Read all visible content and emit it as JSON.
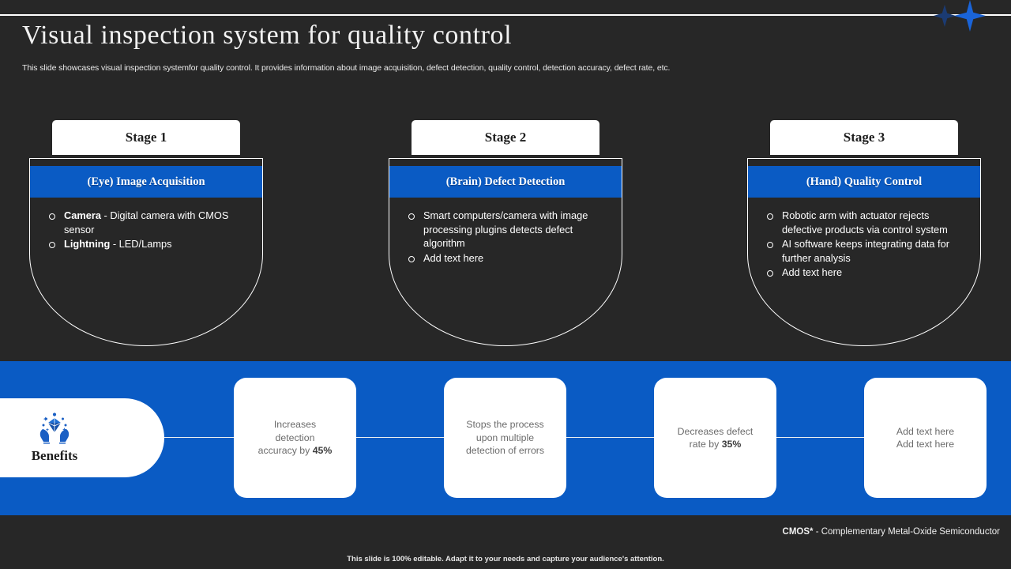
{
  "header": {
    "title": "Visual inspection system for quality control",
    "subtitle": "This slide showcases visual inspection systemfor quality control. It provides information about image acquisition, defect detection, quality control, detection accuracy, defect rate, etc.",
    "sparkle_icon_small": "sparkle-star-icon",
    "sparkle_icon_large": "sparkle-star-icon"
  },
  "colors": {
    "background": "#272727",
    "accent_blue": "#0a5bc4",
    "card_white": "#ffffff",
    "body_text": "#6b6b6b"
  },
  "stages": [
    {
      "tab_label": "Stage 1",
      "head_label": "(Eye) Image Acquisition",
      "items": [
        {
          "bold": "Camera",
          "rest": " - Digital camera with CMOS sensor"
        },
        {
          "bold": "Lightning",
          "rest": " - LED/Lamps"
        }
      ]
    },
    {
      "tab_label": "Stage 2",
      "head_label": "(Brain) Defect Detection",
      "items": [
        {
          "bold": "",
          "rest": "Smart computers/camera with image processing plugins detects defect algorithm"
        },
        {
          "bold": "",
          "rest": "Add text here"
        }
      ]
    },
    {
      "tab_label": "Stage 3",
      "head_label": "(Hand) Quality Control",
      "items": [
        {
          "bold": "",
          "rest": "Robotic arm with actuator rejects defective products via control system"
        },
        {
          "bold": "",
          "rest": "AI software keeps integrating data for further analysis"
        },
        {
          "bold": "",
          "rest": "Add text here"
        }
      ]
    }
  ],
  "benefits": {
    "label": "Benefits",
    "icon": "diamond-in-hands-icon",
    "cards": [
      {
        "lines": [
          "Increases",
          "detection",
          "accuracy by "
        ],
        "highlight": "45%",
        "tail": ""
      },
      {
        "lines": [
          "Stops the process",
          "upon multiple",
          "detection of errors"
        ],
        "highlight": "",
        "tail": ""
      },
      {
        "lines": [
          "Decreases defect",
          "rate by "
        ],
        "highlight": "35%",
        "tail": ""
      },
      {
        "lines": [
          "Add text here",
          "Add text here"
        ],
        "highlight": "",
        "tail": ""
      }
    ]
  },
  "footer": {
    "abbr": "CMOS*",
    "abbr_expansion": " - Complementary Metal-Oxide Semiconductor",
    "editable_note": "This slide is 100% editable. Adapt it to your needs and capture your audience's attention."
  }
}
